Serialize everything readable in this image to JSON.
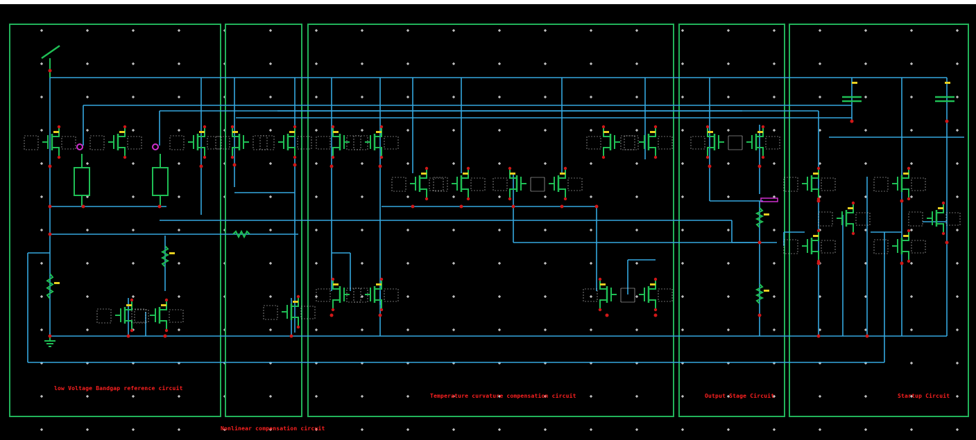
{
  "colors": {
    "background": "#000000",
    "block_border": "#22b35a",
    "wire": "#35a8e0",
    "device": "#1fbf55",
    "node": "#d01818",
    "label": "#ff2020",
    "grid_dot": "#ffffff",
    "tag": "#e8d020",
    "param_text": "#d8d8d8",
    "port": "#d030d0"
  },
  "blocks": [
    {
      "id": "bandgap",
      "label": "low Voltage Bandgap reference circuit"
    },
    {
      "id": "nonlinear",
      "label": "Nonlinear compensation circuit"
    },
    {
      "id": "curvature",
      "label": "Temperature curvature compensation circuit"
    },
    {
      "id": "output",
      "label": "Output Stage Circuit"
    },
    {
      "id": "startup",
      "label": "Startup Circuit"
    }
  ],
  "icons": [
    "pmos-transistor-icon",
    "nmos-transistor-icon",
    "resistor-icon",
    "capacitor-icon",
    "bjt-icon",
    "ground-icon",
    "supply-icon",
    "port-pin-icon"
  ]
}
